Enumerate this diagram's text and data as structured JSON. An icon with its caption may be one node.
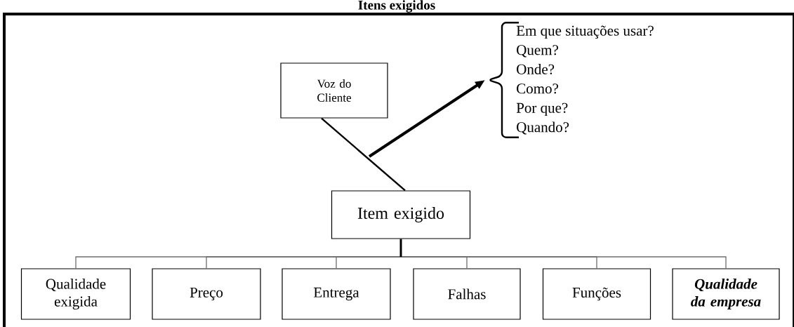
{
  "diagram": {
    "title": "Itens exigidos",
    "nodes": [
      {
        "text": [
          "Voz do Cliente"
        ]
      },
      {
        "text": [
          "Item exigido"
        ]
      },
      {
        "text": [
          "Qualidade exigida"
        ]
      },
      {
        "text": [
          "Preço"
        ]
      },
      {
        "text": [
          "Entrega"
        ]
      },
      {
        "text": [
          "Falhas"
        ]
      },
      {
        "text": [
          "Funções"
        ]
      },
      {
        "text": [
          "Qualidade da empresa"
        ]
      },
      {
        "text": [
          "Em que situações usar?",
          "Quem?",
          "Onde?",
          "Como?",
          "Por que?",
          "Quando?"
        ]
      }
    ],
    "edges": [
      {
        "from": 0,
        "to": 1,
        "arrow": "none",
        "color": "#000000"
      },
      {
        "from": null,
        "to": 8,
        "arrow": "to",
        "style": "thick",
        "color": "#000000"
      },
      {
        "from": 1,
        "to": 2,
        "arrow": "none"
      },
      {
        "from": 1,
        "to": 3,
        "arrow": "none"
      },
      {
        "from": 1,
        "to": 4,
        "arrow": "none"
      },
      {
        "from": 1,
        "to": 5,
        "arrow": "none"
      },
      {
        "from": 1,
        "to": 6,
        "arrow": "none"
      },
      {
        "from": 1,
        "to": 7,
        "arrow": "none"
      }
    ]
  }
}
